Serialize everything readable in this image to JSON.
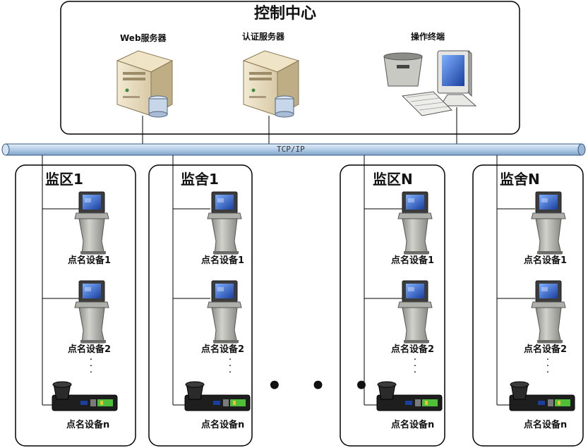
{
  "control_center": {
    "title": "控制中心",
    "servers": [
      {
        "label": "Web服务器",
        "icon": "server-icon"
      },
      {
        "label": "认证服务器",
        "icon": "server-icon"
      },
      {
        "label": "操作终端",
        "icon": "workstation-icon"
      }
    ]
  },
  "network": {
    "label": "TCP/IP"
  },
  "zones": [
    {
      "title": "监区1",
      "devices": [
        "点名设备1",
        "点名设备2",
        "点名设备n"
      ]
    },
    {
      "title": "监舍1",
      "devices": [
        "点名设备1",
        "点名设备2",
        "点名设备n"
      ]
    },
    {
      "title": "监区N",
      "devices": [
        "点名设备1",
        "点名设备2",
        "点名设备n"
      ]
    },
    {
      "title": "监舍N",
      "devices": [
        "点名设备1",
        "点名设备2",
        "点名设备n"
      ]
    }
  ],
  "ellipsis": "• • •",
  "vertical_ellipsis": "·\n·\n·",
  "colors": {
    "bus": "#c5d9ef",
    "bus_edge": "#3a5d84",
    "box": "#000000"
  }
}
